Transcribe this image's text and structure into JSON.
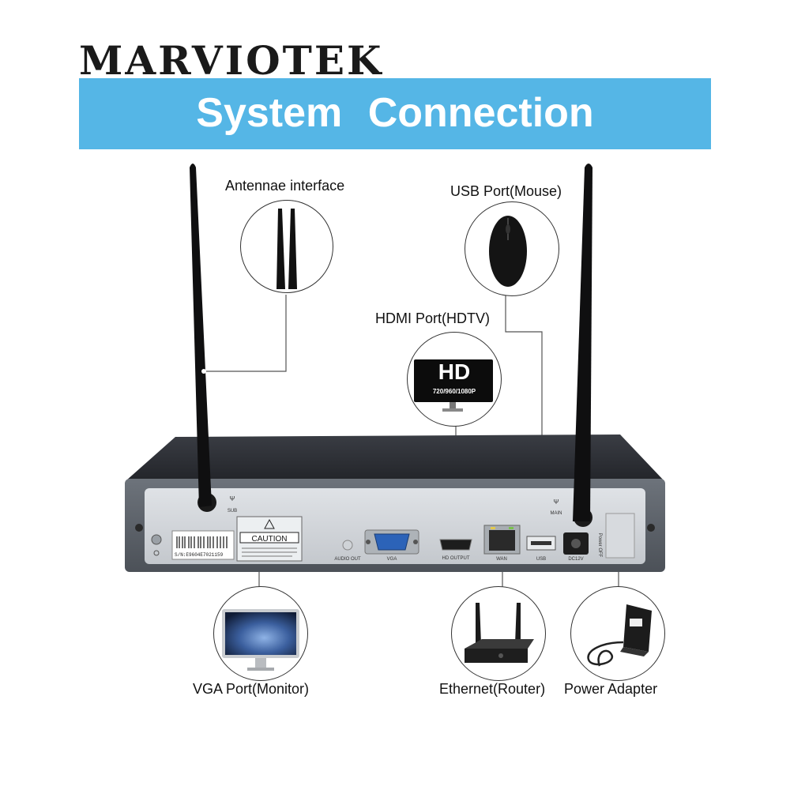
{
  "brand": "MARVIOTEK",
  "banner": {
    "title": "System  Connection",
    "color": "#55b6e6"
  },
  "callouts": {
    "antennae": "Antennae interface",
    "usb": "USB Port(Mouse)",
    "hdmi": "HDMI Port(HDTV)",
    "vga": "VGA Port(Monitor)",
    "ethernet": "Ethernet(Router)",
    "power": "Power Adapter"
  },
  "hd_badge": {
    "title": "HD",
    "resolutions": "720/960/1080P"
  },
  "panel": {
    "caution": "CAUTION",
    "serial": "S/N:E9604E7021159",
    "ports": {
      "audio_out": "AUDIO OUT",
      "vga": "VGA",
      "hd_output": "HD OUTPUT",
      "wan": "WAN",
      "usb": "USB",
      "dc12v": "DC12V",
      "power_off": "Power OFF",
      "sub": "SUB",
      "main": "MAIN"
    }
  }
}
